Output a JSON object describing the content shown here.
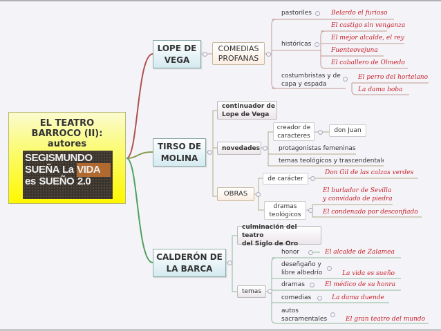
{
  "central": {
    "title_lines": [
      "EL TEATRO",
      "BARROCO (II):",
      "autores"
    ],
    "poster_text": "SEGISMUNDO SUEÑA La VIDA es SUEÑO 2.0"
  },
  "lope": {
    "name_lines": [
      "LOPE DE",
      "VEGA"
    ],
    "comedias_lines": [
      "COMEDIAS",
      "PROFANAS"
    ],
    "pastoriles": {
      "label": "pastoriles",
      "works": [
        "Belardo el furioso"
      ]
    },
    "historicas": {
      "label": "históricas",
      "works": [
        "El castigo sin venganza",
        "El mejor alcalde, el rey",
        "Fuenteovejuna",
        "El caballero de Olmedo"
      ]
    },
    "costumbristas": {
      "label_lines": [
        "costumbristas y de",
        "capa y espada"
      ],
      "works": [
        "El perro del hortelano",
        "La dama boba"
      ]
    }
  },
  "tirso": {
    "name_lines": [
      "TIRSO DE",
      "MOLINA"
    ],
    "continuador_lines": [
      "continuador de",
      "Lope de Vega"
    ],
    "novedades": "novedades",
    "creador_lines": [
      "creador de",
      "caracteres"
    ],
    "don_juan": "don Juan",
    "protagonistas": "protagonistas femeninas",
    "temas": "temas teológicos y trascendentales",
    "obras": "OBRAS",
    "de_caracter": {
      "label": "de carácter",
      "work": "Don Gil de las calzas verdes"
    },
    "dramas_teologicos": {
      "label_lines": [
        "dramas",
        "teológicos"
      ],
      "work1_lines": [
        "El burlador de Sevilla",
        "y convidado de piedra"
      ],
      "work2": "El condenado por desconfiado"
    }
  },
  "calderon": {
    "name_lines": [
      "CALDERÓN DE",
      "LA BARCA"
    ],
    "culminacion_lines": [
      "culminación del teatro",
      "del Siglo de Oro"
    ],
    "temas": "temas",
    "items": [
      {
        "label_lines": [
          "honor"
        ],
        "work": "El alcalde de Zalamea"
      },
      {
        "label_lines": [
          "deseñgaño y",
          "libre albedrío"
        ],
        "work": "La vida es sueño"
      },
      {
        "label_lines": [
          "dramas"
        ],
        "work": "El médico de su honra"
      },
      {
        "label_lines": [
          "comedias"
        ],
        "work": "La dama duende"
      },
      {
        "label_lines": [
          "autos",
          "sacramentales"
        ],
        "work": "El gran teatro del mundo"
      }
    ]
  },
  "colors": {
    "lope_branch": "#b05050",
    "tirso_branch": "#8a9a50",
    "calderon_branch": "#50a060",
    "work_text": "#c8202a",
    "central_bg": "#fff700"
  }
}
